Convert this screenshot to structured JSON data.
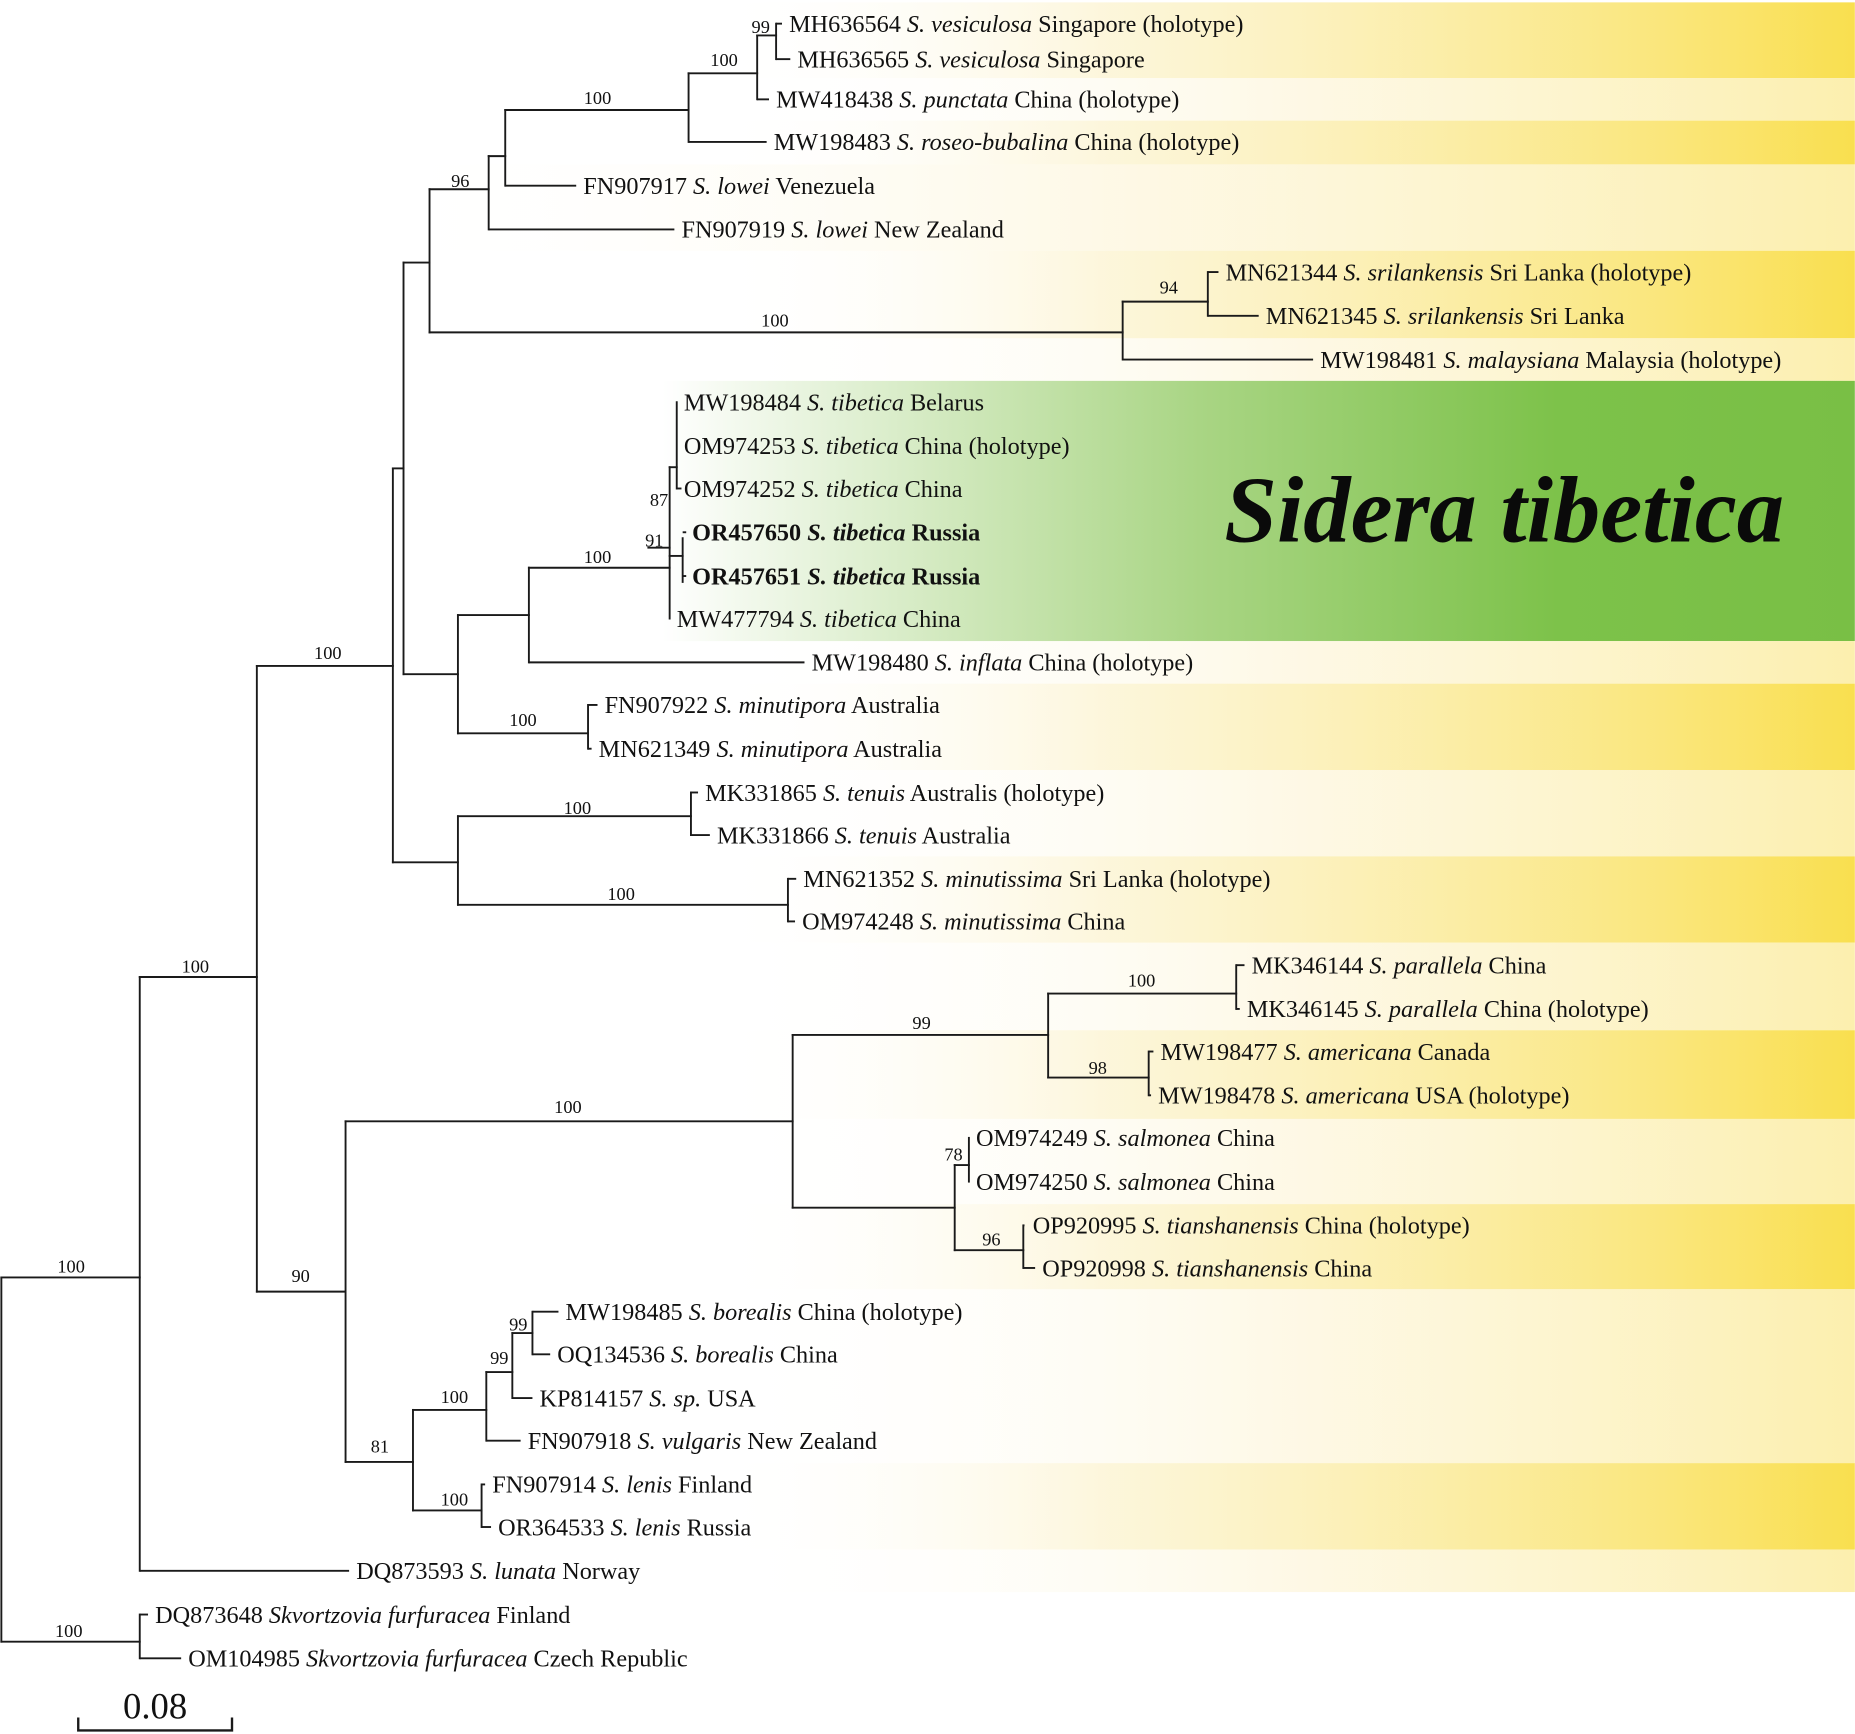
{
  "colors": {
    "yellow": "#f9df4f",
    "yellow_light": "#fcefae",
    "green": "#79bf45",
    "line": "#1a1a1a"
  },
  "clade_label": "Sidera tibetica",
  "scale_bar": {
    "label": "0.08"
  },
  "leaves": [
    {
      "acc": "MH636564",
      "sp": "S. vesiculosa",
      "loc": "Singapore (holotype)"
    },
    {
      "acc": "MH636565",
      "sp": "S. vesiculosa",
      "loc": "Singapore"
    },
    {
      "acc": "MW418438",
      "sp": "S. punctata",
      "loc": "China (holotype)"
    },
    {
      "acc": "MW198483",
      "sp": "S. roseo-bubalina",
      "loc": "China (holotype)"
    },
    {
      "acc": "FN907917",
      "sp": "S. lowei",
      "loc": "Venezuela"
    },
    {
      "acc": "FN907919",
      "sp": "S. lowei",
      "loc": "New Zealand"
    },
    {
      "acc": "MN621344",
      "sp": "S. srilankensis",
      "loc": "Sri Lanka (holotype)"
    },
    {
      "acc": "MN621345",
      "sp": "S. srilankensis",
      "loc": "Sri Lanka"
    },
    {
      "acc": "MW198481",
      "sp": "S. malaysiana",
      "loc": "Malaysia (holotype)"
    },
    {
      "acc": "MW198484",
      "sp": "S. tibetica",
      "loc": "Belarus"
    },
    {
      "acc": "OM974253",
      "sp": "S. tibetica",
      "loc": "China (holotype)"
    },
    {
      "acc": "OM974252",
      "sp": "S. tibetica",
      "loc": "China"
    },
    {
      "acc": "OR457650",
      "sp": "S. tibetica",
      "loc": "Russia",
      "bold": true
    },
    {
      "acc": "OR457651",
      "sp": "S. tibetica",
      "loc": "Russia",
      "bold": true
    },
    {
      "acc": "MW477794",
      "sp": "S. tibetica",
      "loc": "China"
    },
    {
      "acc": "MW198480",
      "sp": "S. inflata",
      "loc": "China (holotype)"
    },
    {
      "acc": "FN907922",
      "sp": "S. minutipora",
      "loc": "Australia"
    },
    {
      "acc": "MN621349",
      "sp": "S. minutipora",
      "loc": "Australia"
    },
    {
      "acc": "MK331865",
      "sp": "S. tenuis",
      "loc": "Australis (holotype)"
    },
    {
      "acc": "MK331866",
      "sp": "S. tenuis",
      "loc": "Australia"
    },
    {
      "acc": "MN621352",
      "sp": "S. minutissima",
      "loc": "Sri Lanka (holotype)"
    },
    {
      "acc": "OM974248",
      "sp": "S. minutissima",
      "loc": "China"
    },
    {
      "acc": "MK346144",
      "sp": "S. parallela",
      "loc": "China"
    },
    {
      "acc": "MK346145",
      "sp": "S. parallela",
      "loc": "China (holotype)"
    },
    {
      "acc": "MW198477",
      "sp": "S. americana",
      "loc": "Canada"
    },
    {
      "acc": "MW198478",
      "sp": "S. americana",
      "loc": "USA (holotype)"
    },
    {
      "acc": "OM974249",
      "sp": "S. salmonea",
      "loc": "China"
    },
    {
      "acc": "OM974250",
      "sp": "S. salmonea",
      "loc": "China"
    },
    {
      "acc": "OP920995",
      "sp": "S. tianshanensis",
      "loc": "China (holotype)"
    },
    {
      "acc": "OP920998",
      "sp": "S. tianshanensis",
      "loc": "China"
    },
    {
      "acc": "MW198485",
      "sp": "S. borealis",
      "loc": "China (holotype)"
    },
    {
      "acc": "OQ134536",
      "sp": "S. borealis",
      "loc": "China"
    },
    {
      "acc": "KP814157",
      "sp": "S. sp.",
      "loc": "USA"
    },
    {
      "acc": "FN907918",
      "sp": "S. vulgaris",
      "loc": "New Zealand"
    },
    {
      "acc": "FN907914",
      "sp": "S. lenis",
      "loc": "Finland"
    },
    {
      "acc": "OR364533",
      "sp": "S. lenis",
      "loc": "Russia"
    },
    {
      "acc": "DQ873593",
      "sp": "S. lunata",
      "loc": "Norway"
    },
    {
      "acc": "DQ873648",
      "sp": "Skvortzovia furfuracea",
      "loc": "Finland"
    },
    {
      "acc": "OM104985",
      "sp": "Skvortzovia furfuracea",
      "loc": "Czech Republic"
    }
  ],
  "bootstraps": [
    "99",
    "100",
    "100",
    "96",
    "100",
    "94",
    "87",
    "91",
    "100",
    "100",
    "100",
    "100",
    "100",
    "100",
    "100",
    "99",
    "98",
    "100",
    "78",
    "96",
    "99",
    "99",
    "100",
    "90",
    "81",
    "100",
    "100",
    "100"
  ]
}
